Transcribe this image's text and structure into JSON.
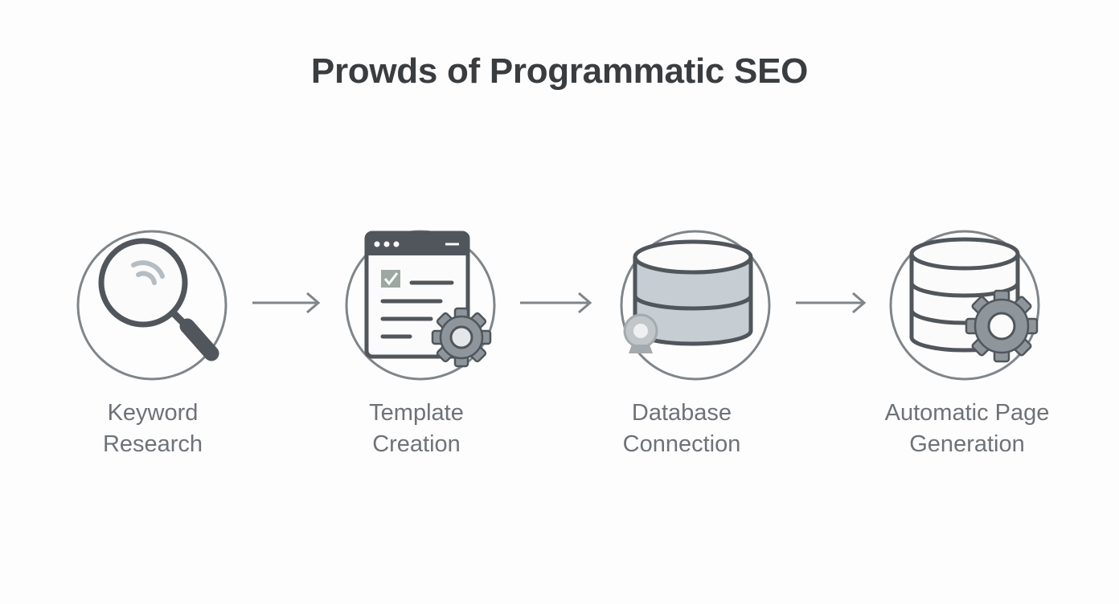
{
  "title": "Prowds of Programmatic SEO",
  "colors": {
    "ring": "#7f8589",
    "dark": "#50565b",
    "fill": "#c7ced3",
    "gear": "#8f969b",
    "check": "#9ca8a0",
    "text": "#6e7277"
  },
  "steps": [
    {
      "icon": "magnifier-icon",
      "line1": "Keyword",
      "line2": "Research"
    },
    {
      "icon": "template-gear-icon",
      "line1": "Template",
      "line2": "Creation"
    },
    {
      "icon": "database-icon",
      "line1": "Database",
      "line2": "Connection"
    },
    {
      "icon": "database-gear-icon",
      "line1": "Automatic Page",
      "line2": "Generation"
    }
  ]
}
